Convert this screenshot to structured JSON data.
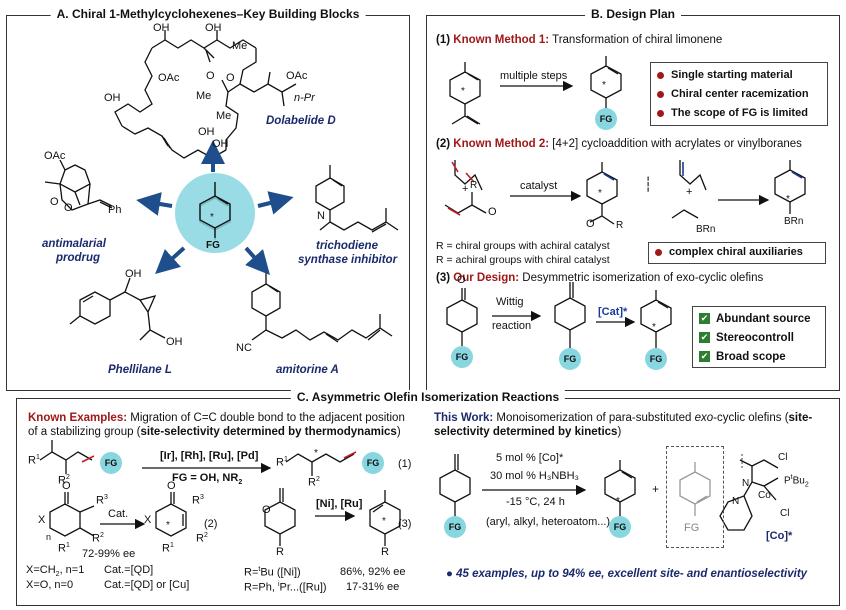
{
  "panelA": {
    "title": "A. Chiral 1-Methylcyclohexenes–Key Building Blocks",
    "dolabelide": "Dolabelide D",
    "antimalarial": "antimalarial",
    "prodrug": "prodrug",
    "trichodiene": "trichodiene",
    "synthase": "synthase inhibitor",
    "phellilane": "Phellilane L",
    "amitorine": "amitorine A",
    "fg": "FG",
    "labels": {
      "oh": "OH",
      "oac": "OAc",
      "me": "Me",
      "npr": "n-Pr",
      "ph": "Ph",
      "o": "O",
      "nc": "NC",
      "n": "N"
    }
  },
  "panelB": {
    "title": "B. Design Plan",
    "m1_num": "(1)",
    "m1_name": "Known Method 1:",
    "m1_desc": "Transformation of chiral limonene",
    "m1_arrow": "multiple steps",
    "m1_points": [
      "Single starting material",
      "Chiral center racemization",
      "The scope of FG is limited"
    ],
    "m2_num": "(2)",
    "m2_name": "Known Method 2:",
    "m2_desc": "[4+2] cycloaddition with acrylates or vinylboranes",
    "m2_arrow": "catalyst",
    "m2_r1": "R = chiral groups with achiral catalyst",
    "m2_r2": "R = achiral groups with chiral catalyst",
    "m2_point": "complex chiral auxiliaries",
    "m2_or": "R",
    "m2_bm": "BRn",
    "m3_num": "(3)",
    "m3_name": "Our Design:",
    "m3_desc": "Desymmetric isomerization of exo-cyclic olefins",
    "wittig1": "Wittig",
    "wittig2": "reaction",
    "cat": "[Cat]*",
    "m3_points": [
      "Abundant source",
      "Stereocontroll",
      "Broad scope"
    ],
    "fg": "FG",
    "o": "O"
  },
  "panelC": {
    "title": "C. Asymmetric Olefin Isomerization Reactions",
    "known_label": "Known Examples:",
    "known_text1": " Migration of C=C double bond to the adjacent position",
    "known_text2a": "of a stabilizing group (",
    "known_text2b": "site-selectivity determined by thermodynamics",
    "known_text2c": ")",
    "r1_cat": "[Ir], [Rh], [Ru], [Pd]",
    "r1_fg": "FG = OH, NR",
    "r1_fg_sub": "2",
    "r1_num": "(1)",
    "r2_cat": "Cat.",
    "r2_num": "(2)",
    "r2_ee": "72-99% ee",
    "r2_l1a": "X=CH",
    "r2_l1b": ", n=1",
    "r2_l1c": "Cat.=[QD]",
    "r2_l2a": "X=O, n=0",
    "r2_l2b": "Cat.=[QD] or [Cu]",
    "r3_cat": "[Ni], [Ru]",
    "r3_num": "(3)",
    "r3_l1": "R=",
    "r3_l1b": "Bu ([Ni])",
    "r3_l2": "R=Ph, ",
    "r3_l2b": "Pr...([Ru])",
    "r3_ee1": "86%, 92% ee",
    "r3_ee2": "17-31% ee",
    "this_label": "This Work:",
    "this_text1a": " Monoisomerization of para-substituted ",
    "this_text1b": "exo",
    "this_text1c": "-cyclic olefins (",
    "this_text1d": "site-",
    "this_text2a": "selectivity determined by kinetics",
    "this_text2b": ")",
    "cond1": "5 mol % [Co]*",
    "cond2": "30 mol % H₃NBH₃",
    "cond3": "-15 °C, 24 h",
    "cond4": "(aryl, alkyl, heteroatom...)",
    "plus": "+",
    "co_label": "[Co]*",
    "summary": "45 examples, up to 94% ee, excellent site- and enantioselectivity",
    "fg": "FG",
    "atoms": {
      "x": "X",
      "o": "O",
      "r": "R",
      "r1": "R",
      "r2": "R",
      "r3": "R",
      "n": "n",
      "co": "Co",
      "cl": "Cl",
      "pbu": "P",
      "bu2": "Bu",
      "fg": "FG"
    }
  },
  "colors": {
    "accent_red": "#a01818",
    "accent_navy": "#1a2a6c",
    "fg_cyan": "#88d6e0",
    "green": "#2e7d32"
  }
}
